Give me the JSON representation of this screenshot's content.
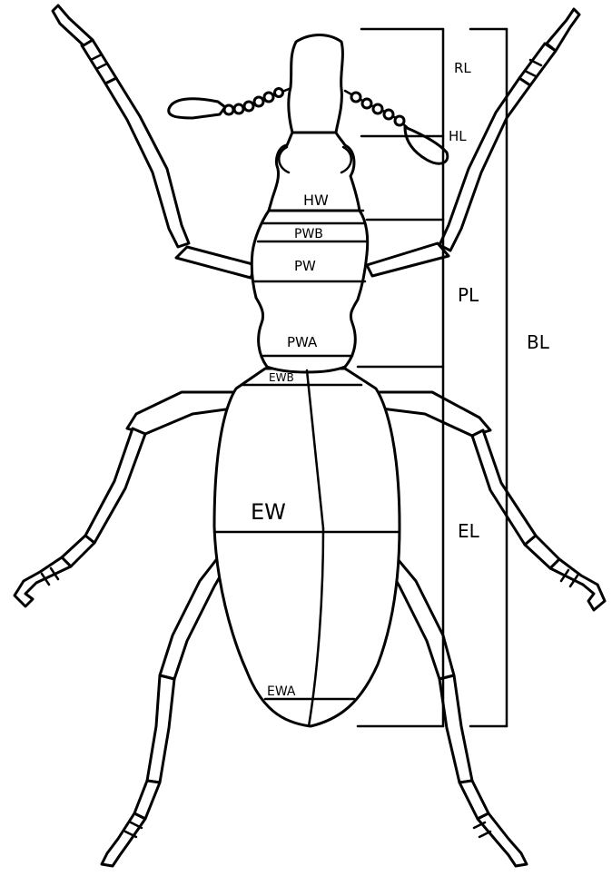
{
  "labels": {
    "rostrum_length": "RL",
    "head_length": "HL",
    "head_width": "HW",
    "pronotum_width_base": "PWB",
    "pronotum_width": "PW",
    "pronotum_width_apex": "PWA",
    "elytra_width_base": "EWB",
    "elytra_width": "EW",
    "elytra_width_apex": "EWA",
    "pronotum_length": "PL",
    "elytra_length": "EL",
    "body_length": "BL"
  }
}
